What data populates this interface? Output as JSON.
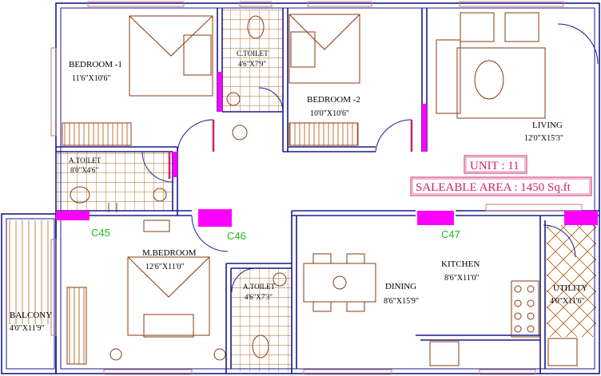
{
  "rooms": {
    "bedroom1": {
      "name": "BEDROOM -1",
      "dim": "11'6\"X10'6\""
    },
    "ctoilet": {
      "name": "C.TOILET",
      "dim": "4'6\"X7'9\""
    },
    "bedroom2": {
      "name": "BEDROOM -2",
      "dim": "10'0\"X10'6\""
    },
    "living": {
      "name": "LIVING",
      "dim": "12'0\"X15'3\""
    },
    "atoilet1": {
      "name": "A.TOILET",
      "dim": "8'0\"X4'6\""
    },
    "mbedroom": {
      "name": "M.BEDROOM",
      "dim": "12'6\"X11'0\""
    },
    "atoilet2": {
      "name": "A.TOILET",
      "dim": "4'6\"X7'3\""
    },
    "dining": {
      "name": "DINING",
      "dim": "8'6\"X15'9\""
    },
    "kitchen": {
      "name": "KITCHEN",
      "dim": "8'6\"X11'0\""
    },
    "utility": {
      "name": "UTILITY",
      "dim": "4'0\"X11'6\""
    },
    "balcony": {
      "name": "BALCONY",
      "dim": "4'0\"X11'9\""
    }
  },
  "columns": {
    "c45": "C45",
    "c46": "C46",
    "c47": "C47"
  },
  "unit_label": "UNIT : 11",
  "area_label": "SALEABLE AREA : 1450 Sq.ft",
  "colors": {
    "wall": "#1a1a8c",
    "fixture": "#8a3a10",
    "column": "#ff00ff",
    "annotation": "#d0206a",
    "column_tag": "#22bb22",
    "window": "#c08080"
  }
}
